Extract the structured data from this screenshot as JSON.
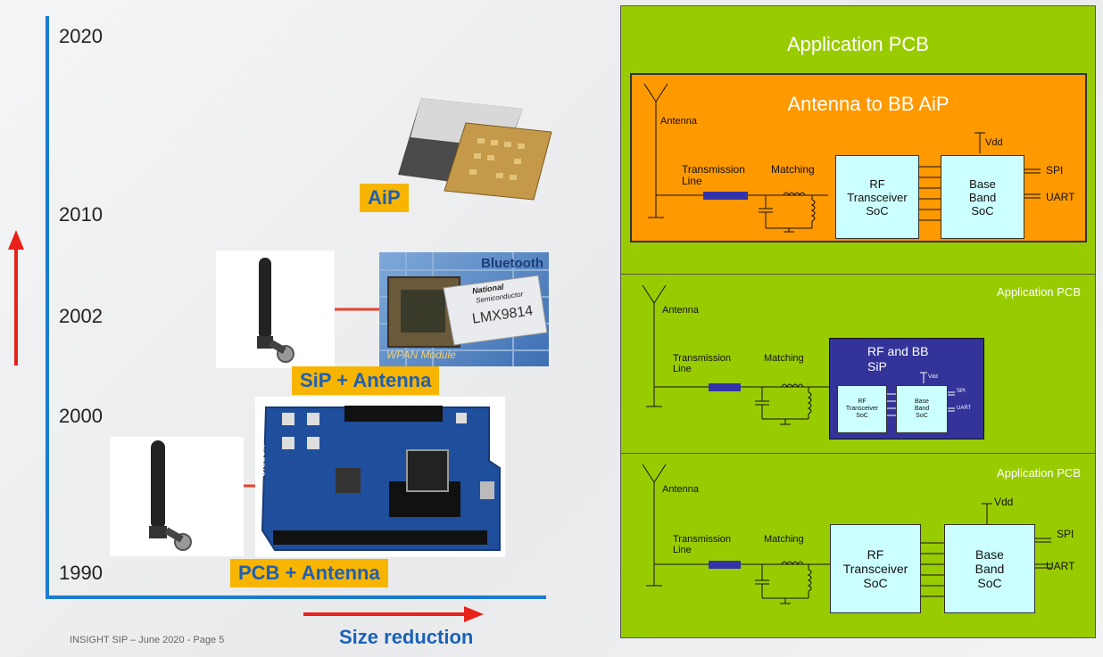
{
  "timeline": {
    "years": [
      "2020",
      "2010",
      "2002",
      "2000",
      "1990"
    ],
    "labels": {
      "aip": "AiP",
      "sip": "SiP + Antenna",
      "pcb": "PCB + Antenna"
    },
    "x_axis_label": "Size reduction",
    "footer": "INSIGHT SIP – June 2020 - Page 5",
    "chip_marks": {
      "bluetooth": "Bluetooth",
      "national": "National",
      "semiconductor": "Semiconductor",
      "part": "LMX9814",
      "module": "WPAN Module",
      "nordic": "NORDIC"
    }
  },
  "diagrams": {
    "top": {
      "panel_title": "Application PCB",
      "inner_title": "Antenna to BB AiP",
      "antenna": "Antenna",
      "vdd": "Vdd",
      "transmission": "Transmission",
      "line": "Line",
      "matching": "Matching",
      "rf_chip": "RF\nTransceiver\nSoC",
      "bb_chip": "Base\nBand\nSoC",
      "spi": "SPI",
      "uart": "UART"
    },
    "middle": {
      "panel_title": "Application PCB",
      "antenna": "Antenna",
      "transmission": "Transmission",
      "line": "Line",
      "matching": "Matching",
      "sip_title_1": "RF and BB",
      "sip_title_2": "SiP",
      "vdd": "Vdd",
      "rf_chip": "RF\nTransceiver\nSoC",
      "bb_chip": "Base\nBand\nSoC",
      "spi": "SPI",
      "uart": "UART"
    },
    "bottom": {
      "panel_title": "Application PCB",
      "antenna": "Antenna",
      "vdd": "Vdd",
      "transmission": "Transmission",
      "line": "Line",
      "matching": "Matching",
      "rf_chip": "RF\nTransceiver\nSoC",
      "bb_chip": "Base\nBand\nSoC",
      "spi": "SPI",
      "uart": "UART"
    }
  },
  "colors": {
    "axis_blue": "#1a7ad4",
    "arrow_red": "#e8221a",
    "label_orange": "#f7b500",
    "label_text_blue": "#1f5fb4",
    "panel_green": "#99cc00",
    "aip_orange": "#ff9900",
    "sip_purple": "#333399",
    "chip_cyan": "#ccffff"
  }
}
